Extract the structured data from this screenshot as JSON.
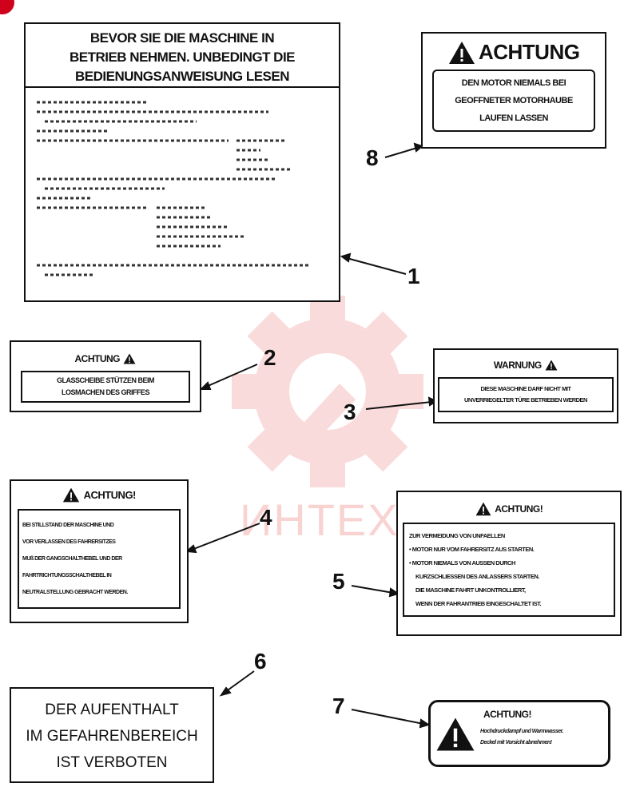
{
  "watermark": {
    "text": "ИНТЕХ",
    "color": "#f08080"
  },
  "colors": {
    "ink": "#111111",
    "corner_badge": "#d0021b"
  },
  "labels": {
    "l1": {
      "number": "1",
      "title": [
        "BEVOR SIE DIE MASCHINE IN",
        "BETRIEB NEHMEN. UNBEDINGT DIE",
        "BEDIENUNGSANWEISUNG LESEN"
      ]
    },
    "l2": {
      "number": "2",
      "heading": "ACHTUNG",
      "lines": [
        "GLASSCHEIBE STÜTZEN BEIM",
        "LOSMACHEN DES GRIFFES"
      ]
    },
    "l3": {
      "number": "3",
      "heading": "WARNUNG",
      "lines": [
        "DIESE MASCHINE DARF NICHT MIT",
        "UNVERRIEGELTER TÜRE BETRIEBEN WERDEN"
      ]
    },
    "l4": {
      "number": "4",
      "heading": "ACHTUNG!",
      "lines": [
        "BEI STILLSTAND DER MASCHINE UND",
        "VOR VERLASSEN DES FAHRERSITZES",
        "MUß DER GANGSCHALTHEBEL UND DER",
        "FAHRTRICHTUNGSSCHALTHEBEL IN",
        "NEUTRALSTELLUNG GEBRACHT WERDEN."
      ]
    },
    "l5": {
      "number": "5",
      "heading": "ACHTUNG!",
      "lines": [
        "ZUR VERMEIDUNG VON UNFAELLEN",
        "• MOTOR NUR VOM FAHRERSITZ AUS STARTEN.",
        "• MOTOR NIEMALS VON AUSSEN DURCH",
        "KURZSCHLIESSEN DES ANLASSERS STARTEN.",
        "DIE MASCHINE FAHRT UNKONTROLLIERT,",
        "WENN DER FAHRANTRIEB EINGESCHALTET IST."
      ]
    },
    "l6": {
      "number": "6",
      "lines": [
        "DER AUFENTHALT",
        "IM GEFAHRENBEREICH",
        "IST VERBOTEN"
      ]
    },
    "l7": {
      "number": "7",
      "heading": "ACHTUNG!",
      "lines": [
        "Hochdruckdampf und Warmwasser.",
        "Deckel mit Vorsicht abnehmen!"
      ]
    },
    "l8": {
      "number": "8",
      "heading": "ACHTUNG",
      "lines": [
        "DEN MOTOR NIEMALS BEI",
        "GEOFFNETER MOTORHAUBE",
        "LAUFEN LASSEN"
      ]
    }
  }
}
